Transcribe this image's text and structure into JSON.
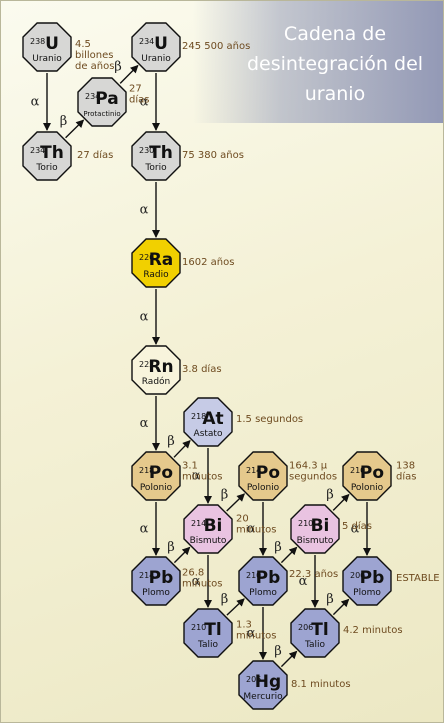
{
  "title": "Cadena de desintegración del uranio",
  "colors": {
    "gray": "#d7d7d5",
    "yellow": "#f1d000",
    "cream": "#f8f4dc",
    "blue_light": "#c6cbe6",
    "tan": "#e5c98c",
    "pink": "#e9c3e1",
    "blue": "#9da4d1"
  },
  "nodes": [
    {
      "id": "u238",
      "mass": "238",
      "symbol": "U",
      "name": "Uranio",
      "color": "gray",
      "label": [
        "4.5",
        "billones",
        "de años"
      ]
    },
    {
      "id": "th234a",
      "mass": "234",
      "symbol": "Th",
      "name": "Torio",
      "color": "gray",
      "label": [
        "27 días"
      ]
    },
    {
      "id": "pa234",
      "mass": "234",
      "symbol": "Pa",
      "name": "Protactinio",
      "color": "gray",
      "label": [
        "27",
        "días"
      ]
    },
    {
      "id": "u234",
      "mass": "234",
      "symbol": "U",
      "name": "Uranio",
      "color": "gray",
      "label": [
        "245 500 años"
      ]
    },
    {
      "id": "th230",
      "mass": "230",
      "symbol": "Th",
      "name": "Torio",
      "color": "gray",
      "label": [
        "75 380 años"
      ]
    },
    {
      "id": "ra226",
      "mass": "226",
      "symbol": "Ra",
      "name": "Radio",
      "color": "yellow",
      "label": [
        "1602 años"
      ]
    },
    {
      "id": "rn222",
      "mass": "222",
      "symbol": "Rn",
      "name": "Radón",
      "color": "cream",
      "label": [
        "3.8 días"
      ]
    },
    {
      "id": "at218",
      "mass": "218",
      "symbol": "At",
      "name": "Astato",
      "color": "blue_light",
      "label": [
        "1.5 segundos"
      ]
    },
    {
      "id": "po218",
      "mass": "218",
      "symbol": "Po",
      "name": "Polonio",
      "color": "tan",
      "label": [
        "3.1",
        "minutos"
      ]
    },
    {
      "id": "bi214",
      "mass": "214",
      "symbol": "Bi",
      "name": "Bismuto",
      "color": "pink",
      "label": [
        "20",
        "minutos"
      ]
    },
    {
      "id": "pb214",
      "mass": "214",
      "symbol": "Pb",
      "name": "Plomo",
      "color": "blue",
      "label": [
        "26.8",
        "minutos"
      ]
    },
    {
      "id": "po214",
      "mass": "214",
      "symbol": "Po",
      "name": "Polonio",
      "color": "tan",
      "label": [
        "164.3 μ",
        "segundos"
      ]
    },
    {
      "id": "tl210",
      "mass": "210",
      "symbol": "Tl",
      "name": "Talio",
      "color": "blue",
      "label": [
        "1.3",
        "minutos"
      ]
    },
    {
      "id": "pb210",
      "mass": "210",
      "symbol": "Pb",
      "name": "Plomo",
      "color": "blue",
      "label": [
        "22.3 años"
      ]
    },
    {
      "id": "bi210",
      "mass": "210",
      "symbol": "Bi",
      "name": "Bismuto",
      "color": "pink",
      "label": [
        "5 días"
      ]
    },
    {
      "id": "hg206",
      "mass": "206",
      "symbol": "Hg",
      "name": "Mercurio",
      "color": "blue",
      "label": [
        "8.1 minutos"
      ]
    },
    {
      "id": "po210",
      "mass": "210",
      "symbol": "Po",
      "name": "Polonio",
      "color": "tan",
      "label": [
        "138",
        "días"
      ]
    },
    {
      "id": "tl206",
      "mass": "206",
      "symbol": "Tl",
      "name": "Talio",
      "color": "blue",
      "label": [
        "4.2 minutos"
      ]
    },
    {
      "id": "pb206",
      "mass": "206",
      "symbol": "Pb",
      "name": "Plomo",
      "color": "blue",
      "label": [
        "ESTABLE"
      ]
    }
  ],
  "decays": [
    {
      "from": "u238",
      "to": "th234a",
      "type": "α"
    },
    {
      "from": "th234a",
      "to": "pa234",
      "type": "β"
    },
    {
      "from": "pa234",
      "to": "u234",
      "type": "β"
    },
    {
      "from": "u234",
      "to": "th230",
      "type": "α"
    },
    {
      "from": "th230",
      "to": "ra226",
      "type": "α"
    },
    {
      "from": "ra226",
      "to": "rn222",
      "type": "α"
    },
    {
      "from": "rn222",
      "to": "po218",
      "type": "α"
    },
    {
      "from": "po218",
      "to": "at218",
      "type": "β"
    },
    {
      "from": "po218",
      "to": "pb214",
      "type": "α"
    },
    {
      "from": "at218",
      "to": "bi214",
      "type": "α"
    },
    {
      "from": "pb214",
      "to": "bi214",
      "type": "β"
    },
    {
      "from": "bi214",
      "to": "po214",
      "type": "β"
    },
    {
      "from": "bi214",
      "to": "tl210",
      "type": "α"
    },
    {
      "from": "po214",
      "to": "pb210",
      "type": "α"
    },
    {
      "from": "tl210",
      "to": "pb210",
      "type": "β"
    },
    {
      "from": "pb210",
      "to": "bi210",
      "type": "β"
    },
    {
      "from": "pb210",
      "to": "hg206",
      "type": "α"
    },
    {
      "from": "bi210",
      "to": "po210",
      "type": "β"
    },
    {
      "from": "bi210",
      "to": "tl206",
      "type": "α"
    },
    {
      "from": "hg206",
      "to": "tl206",
      "type": "β"
    },
    {
      "from": "po210",
      "to": "pb206",
      "type": "α"
    },
    {
      "from": "tl206",
      "to": "pb206",
      "type": "β"
    }
  ]
}
